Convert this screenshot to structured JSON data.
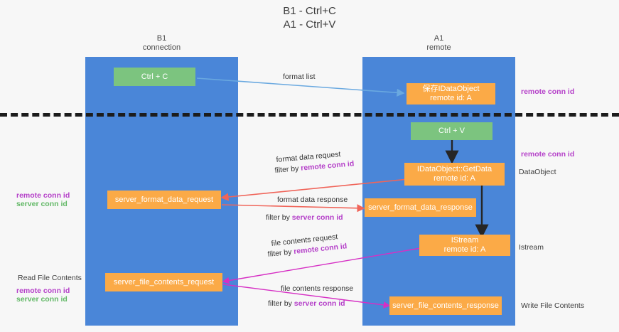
{
  "title": "B1 - Ctrl+C\nA1 - Ctrl+V",
  "lanes": [
    {
      "name": "lane-b1",
      "header": "B1\nconnection"
    },
    {
      "name": "lane-a1",
      "header": "A1\nremote"
    }
  ],
  "boxes": {
    "ctrl_c": "Ctrl + C",
    "store_idataobject": "保存IDataObject\nremote id: A",
    "ctrl_v": "Ctrl + V",
    "getdata": "IDataObject::GetData\nremote id: A",
    "server_format_data_request": "server_format_data_request",
    "server_format_data_response": "server_format_data_response",
    "istream": "IStream\nremote id: A",
    "server_file_contents_request": "server_file_contents_request",
    "server_file_contents_response": "server_file_contents_response"
  },
  "edge_labels": {
    "format_list": "format list",
    "format_data_request": "format data request",
    "format_data_request_filter_prefix": "filter by ",
    "format_data_request_filter_key": "remote conn id",
    "format_data_response": "format data response",
    "format_data_response_filter_prefix": "filter by ",
    "format_data_response_filter_key": "server conn id",
    "file_contents_request": "file contents request",
    "file_contents_request_filter_prefix": "filter by ",
    "file_contents_request_filter_key": "remote conn id",
    "file_contents_response": "file contents response",
    "file_contents_response_filter_prefix": "filter by ",
    "file_contents_response_filter_key": "server conn id"
  },
  "side_labels": {
    "right_top_remote_conn_id": "remote conn id",
    "right_mid_remote_conn_id": "remote conn id",
    "right_dataobject": "DataObject",
    "right_istream": "Istream",
    "right_write_file_contents": "Write File Contents",
    "left_remote_conn_id": "remote conn id",
    "left_server_conn_id": "server conn id",
    "left_read_file_contents": "Read File Contents",
    "left_low_remote_conn_id": "remote conn id",
    "left_low_server_conn_id": "server conn id"
  },
  "colors": {
    "lane": "#4a86d8",
    "green_box": "#7cc47f",
    "orange_box": "#fbaa47",
    "purple": "#b541c9",
    "green_text": "#62b866",
    "blue_arrow": "#6aa9e0",
    "red_arrow": "#f0655a",
    "magenta_arrow": "#d62fc4",
    "black_arrow": "#262626",
    "divider": "#1c1c1c",
    "background": "#f7f7f7"
  }
}
